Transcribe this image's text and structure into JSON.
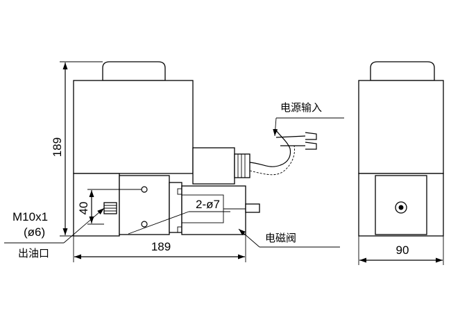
{
  "dimensions": {
    "height": "189",
    "width_front": "189",
    "width_side": "90",
    "port_spacing": "40"
  },
  "labels": {
    "power_input": "电源输入",
    "solenoid_valve": "电磁阀",
    "mounting_holes": "2-ø7",
    "thread_size": "M10x1",
    "thread_bore": "(ø6)",
    "oil_outlet": "出油口"
  }
}
